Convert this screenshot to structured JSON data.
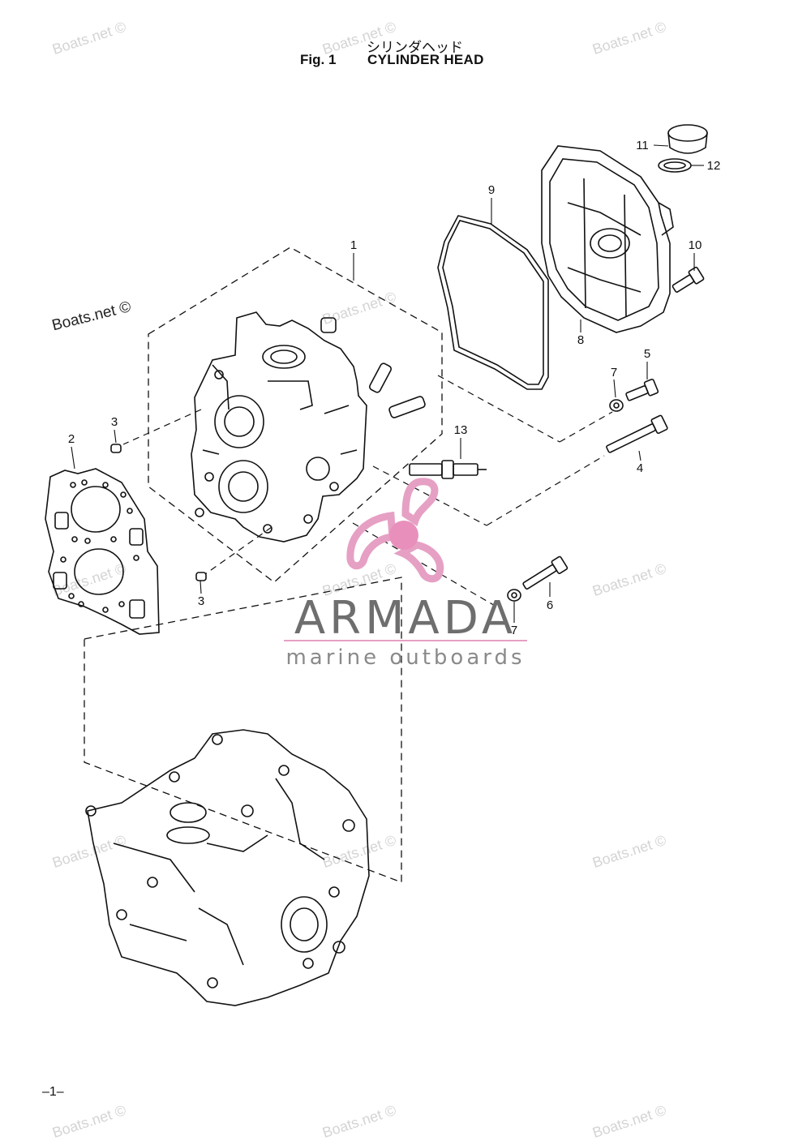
{
  "header": {
    "japanese_title": "シリンダヘッド",
    "figure_label": "Fig. 1",
    "title": "CYLINDER HEAD"
  },
  "callouts": [
    {
      "id": "c1",
      "label": "1"
    },
    {
      "id": "c2",
      "label": "2"
    },
    {
      "id": "c3a",
      "label": "3"
    },
    {
      "id": "c3b",
      "label": "3"
    },
    {
      "id": "c4",
      "label": "4"
    },
    {
      "id": "c5",
      "label": "5"
    },
    {
      "id": "c6",
      "label": "6"
    },
    {
      "id": "c7a",
      "label": "7"
    },
    {
      "id": "c7b",
      "label": "7"
    },
    {
      "id": "c8",
      "label": "8"
    },
    {
      "id": "c9",
      "label": "9"
    },
    {
      "id": "c10",
      "label": "10"
    },
    {
      "id": "c11",
      "label": "11"
    },
    {
      "id": "c12",
      "label": "12"
    },
    {
      "id": "c13",
      "label": "13"
    }
  ],
  "watermark": {
    "text": "Boats.net ©"
  },
  "brand": {
    "name": "ARMADA",
    "tagline": "marine outboards",
    "colors": {
      "propeller": "#e6a0c4",
      "hub": "#e890bb",
      "text": "#6e6e6e"
    }
  },
  "footer": {
    "page_number": "–1–"
  }
}
